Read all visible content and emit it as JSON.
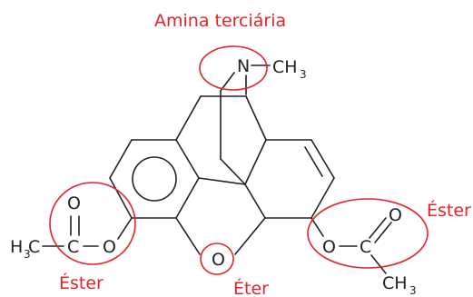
{
  "labels": {
    "tertiary_amine": "Amina terciária",
    "ester_left": "Éster",
    "ester_right": "Éster",
    "ether": "Éter"
  },
  "atoms": {
    "nitrogen": "N",
    "oxygen": "O",
    "carbon": "C",
    "methyl_c": "CH",
    "methyl_sub": "3",
    "h3_left": "H",
    "h3_sub": "3"
  },
  "colors": {
    "highlight": "#e4242a",
    "bond": "#222222"
  }
}
